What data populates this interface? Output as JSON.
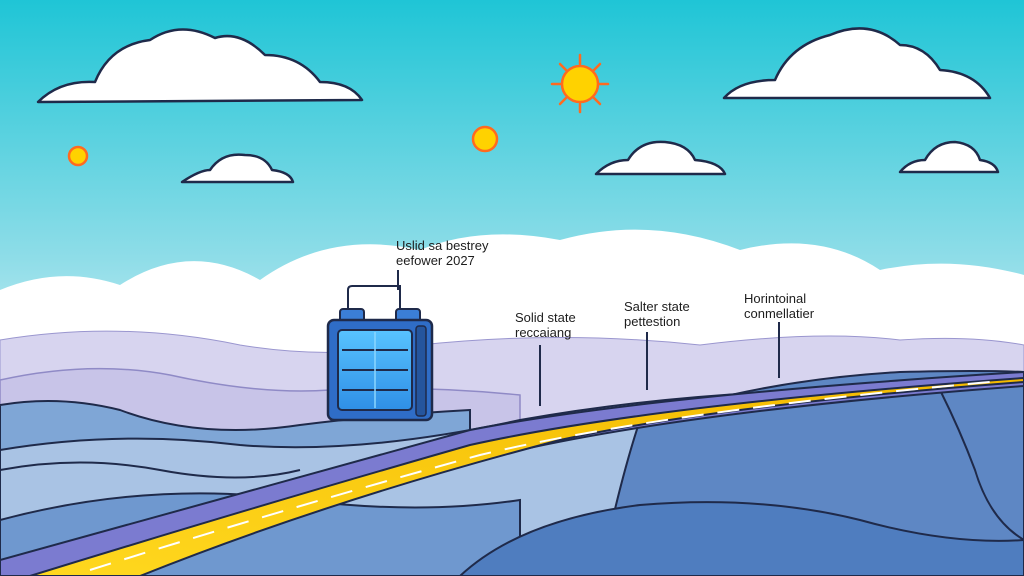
{
  "labels": {
    "battery": {
      "line1": "Uslid sa bestrey",
      "line2": "eefower 2027"
    },
    "milestone1": {
      "line1": "Solid state",
      "line2": "reccaiang"
    },
    "milestone2": {
      "line1": "Salter state",
      "line2": "pettestion"
    },
    "milestone3": {
      "line1": "Horintoinal",
      "line2": "conmellatier"
    }
  },
  "colors": {
    "sky_top": "#22c7d8",
    "sky_bottom": "#f2fbfd",
    "road": "#ffd21a",
    "battery_screen": "#3aa8f0",
    "hills_back": "#c9c6ea",
    "hills_front": "#5b86c4",
    "sun": "#ffd200"
  },
  "icons": [
    "sun-icon",
    "cloud-icon",
    "battery-icon"
  ]
}
